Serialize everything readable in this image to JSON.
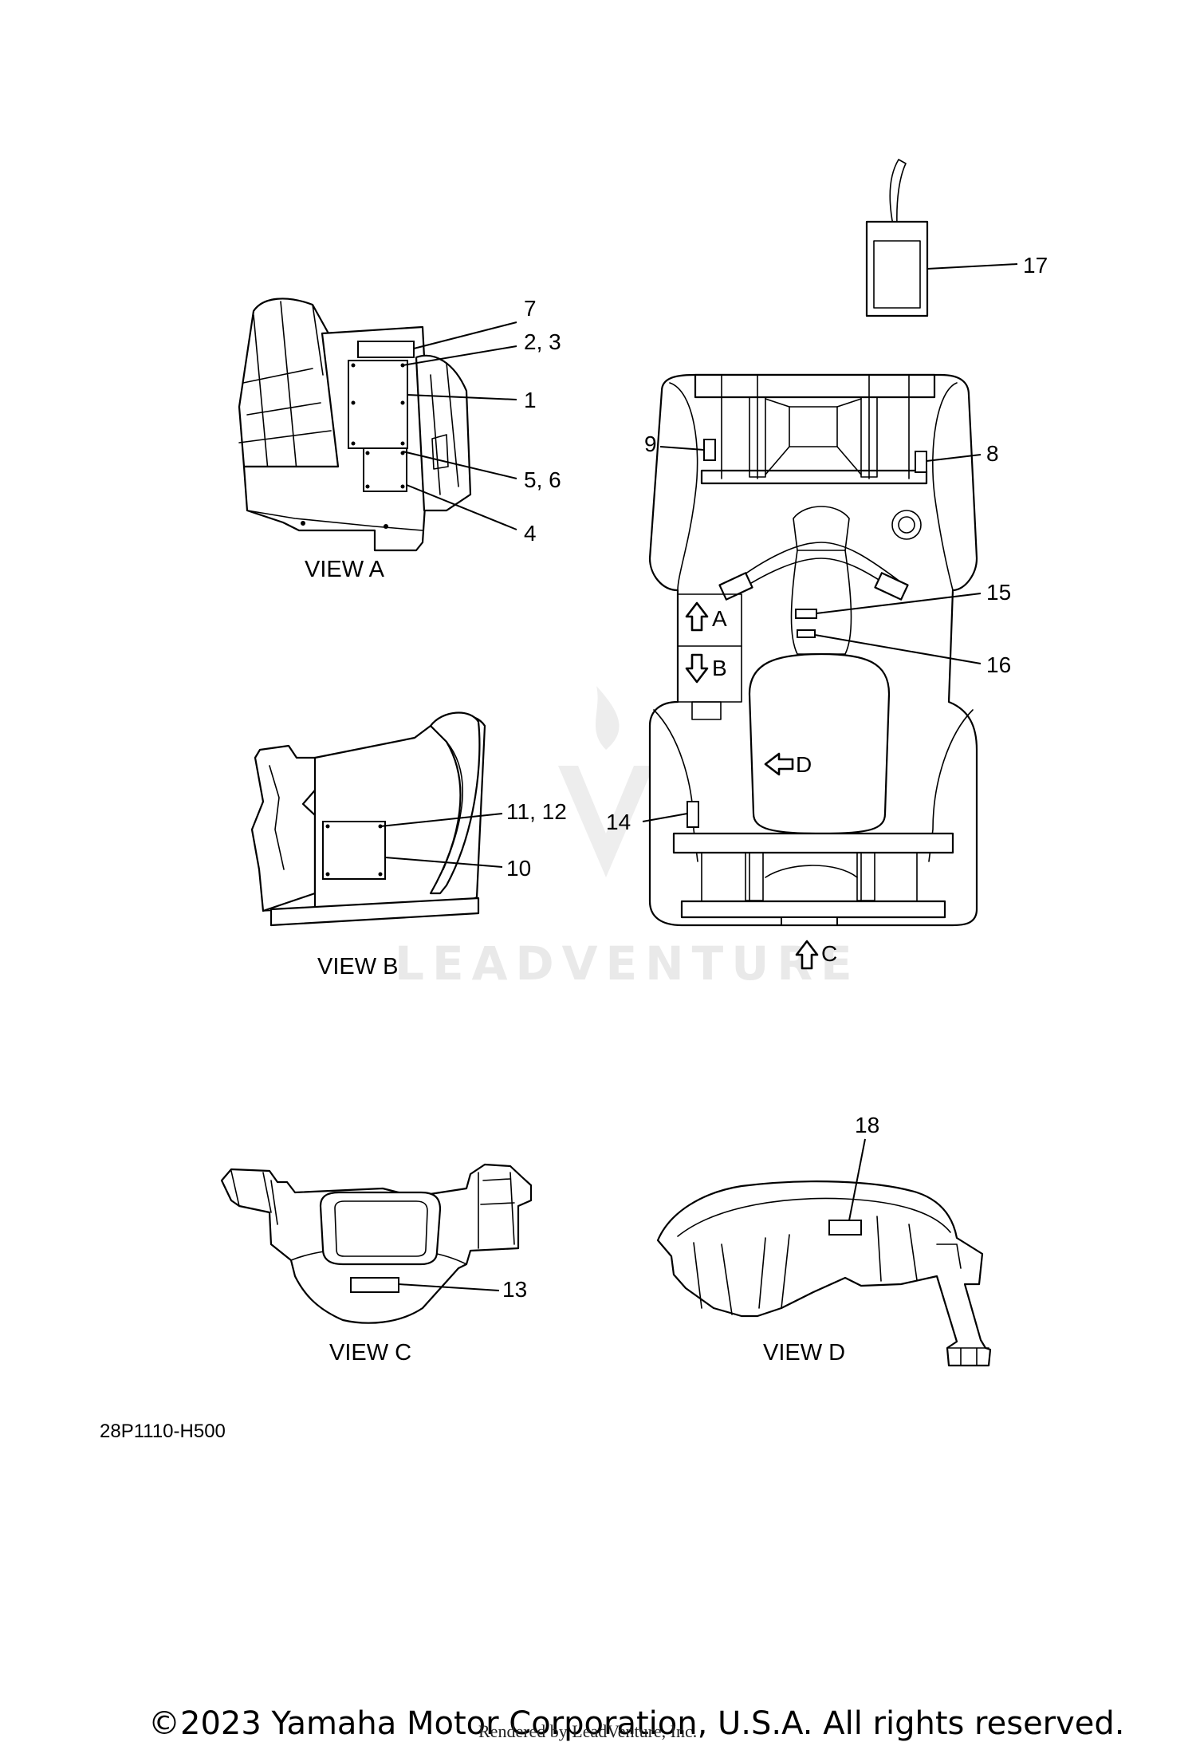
{
  "views": {
    "a": "VIEW A",
    "b": "VIEW B",
    "c": "VIEW C",
    "d": "VIEW D"
  },
  "callouts": {
    "c1": "1",
    "c2_3": "2, 3",
    "c4": "4",
    "c5_6": "5, 6",
    "c7": "7",
    "c8": "8",
    "c9": "9",
    "c10": "10",
    "c11_12": "11, 12",
    "c13": "13",
    "c14": "14",
    "c15": "15",
    "c16": "16",
    "c17": "17",
    "c18": "18"
  },
  "view_arrows": {
    "a": "A",
    "b": "B",
    "c": "C",
    "d": "D"
  },
  "watermark": "LEADVENTURE",
  "diagram_code": "28P1110-H500",
  "copyright": "©2023 Yamaha Motor Corporation, U.S.A. All rights reserved.",
  "rendered_by": "Rendered by LeadVenture, Inc."
}
